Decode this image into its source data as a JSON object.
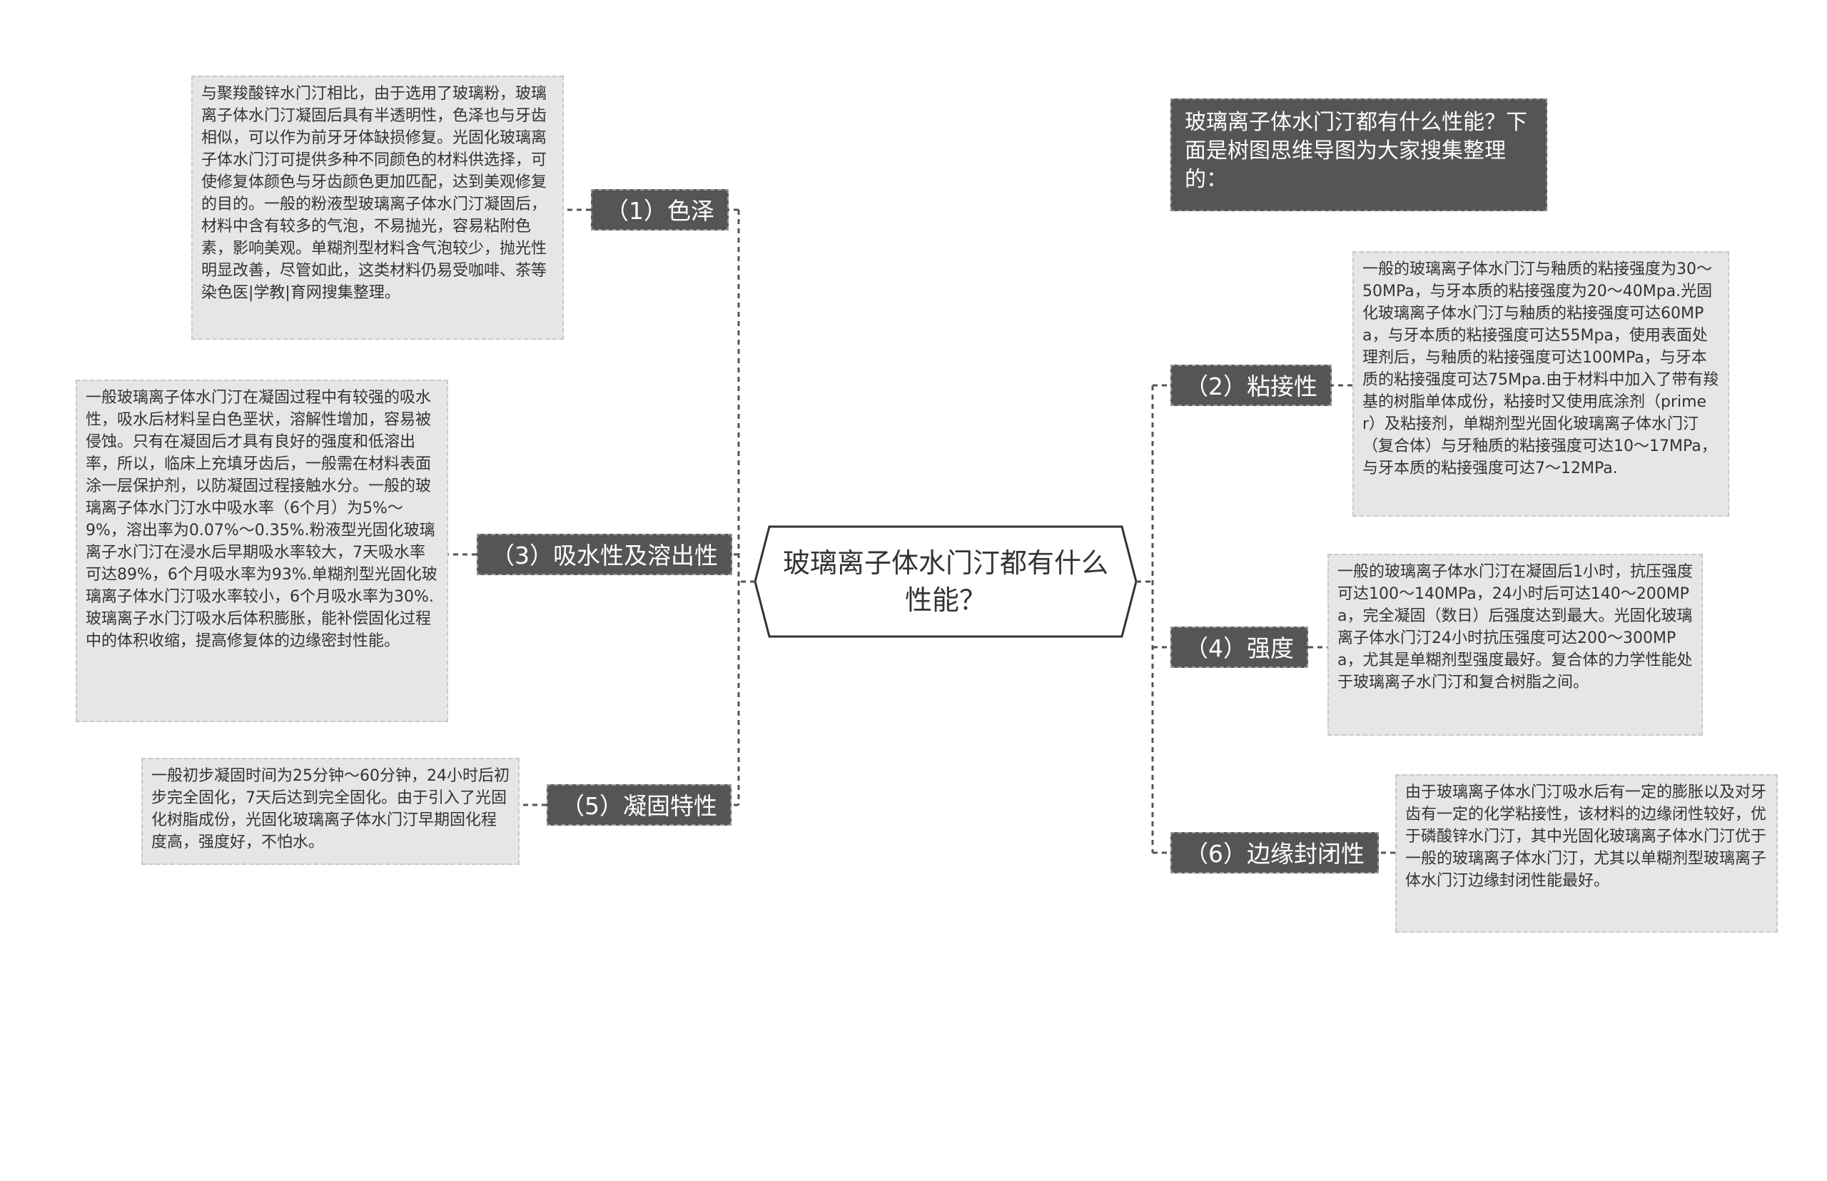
{
  "center": {
    "title": "玻璃离子体水门汀都有什么性能？"
  },
  "intro": {
    "text": "玻璃离子体水门汀都有什么性能？下面是树图思维导图为大家搜集整理的："
  },
  "left_branches": [
    {
      "label": "（1）色泽",
      "detail": "与聚羧酸锌水门汀相比，由于选用了玻璃粉，玻璃离子体水门汀凝固后具有半透明性，色泽也与牙齿相似，可以作为前牙牙体缺损修复。光固化玻璃离子体水门汀可提供多种不同颜色的材料供选择，可使修复体颜色与牙齿颜色更加匹配，达到美观修复的目的。一般的粉液型玻璃离子体水门汀凝固后，材料中含有较多的气泡，不易抛光，容易粘附色素，影响美观。单糊剂型材料含气泡较少，抛光性明显改善，尽管如此，这类材料仍易受咖啡、茶等染色医|学教|育网搜集整理。"
    },
    {
      "label": "（3）吸水性及溶出性",
      "detail": "一般玻璃离子体水门汀在凝固过程中有较强的吸水性，吸水后材料呈白色垩状，溶解性增加，容易被侵蚀。只有在凝固后才具有良好的强度和低溶出率，所以，临床上充填牙齿后，一般需在材料表面涂一层保护剂，以防凝固过程接触水分。一般的玻璃离子体水门汀水中吸水率（6个月）为5%～9%，溶出率为0.07%～0.35%.粉液型光固化玻璃离子水门汀在浸水后早期吸水率较大，7天吸水率可达89%，6个月吸水率为93%.单糊剂型光固化玻璃离子体水门汀吸水率较小，6个月吸水率为30%.玻璃离子水门汀吸水后体积膨胀，能补偿固化过程中的体积收缩，提高修复体的边缘密封性能。"
    },
    {
      "label": "（5）凝固特性",
      "detail": "一般初步凝固时间为25分钟～60分钟，24小时后初步完全固化，7天后达到完全固化。由于引入了光固化树脂成份，光固化玻璃离子体水门汀早期固化程度高，强度好，不怕水。"
    }
  ],
  "right_branches": [
    {
      "label": "（2）粘接性",
      "detail": "一般的玻璃离子体水门汀与釉质的粘接强度为30～50MPa，与牙本质的粘接强度为20～40Mpa.光固化玻璃离子体水门汀与釉质的粘接强度可达60MPa，与牙本质的粘接强度可达55Mpa，使用表面处理剂后，与釉质的粘接强度可达100MPa，与牙本质的粘接强度可达75Mpa.由于材料中加入了带有羧基的树脂单体成份，粘接时又使用底涂剂（primer）及粘接剂，单糊剂型光固化玻璃离子体水门汀（复合体）与牙釉质的粘接强度可达10～17MPa，与牙本质的粘接强度可达7～12MPa."
    },
    {
      "label": "（4）强度",
      "detail": "一般的玻璃离子体水门汀在凝固后1小时，抗压强度可达100～140MPa，24小时后可达140～200MPa，完全凝固（数日）后强度达到最大。光固化玻璃离子体水门汀24小时抗压强度可达200～300MPa，尤其是单糊剂型强度最好。复合体的力学性能处于玻璃离子水门汀和复合树脂之间。"
    },
    {
      "label": "（6）边缘封闭性",
      "detail": "由于玻璃离子体水门汀吸水后有一定的膨胀以及对牙齿有一定的化学粘接性，该材料的边缘闭性较好，优于磷酸锌水门汀，其中光固化玻璃离子体水门汀优于一般的玻璃离子体水门汀，尤其以单糊剂型玻璃离子体水门汀边缘封闭性能最好。"
    }
  ],
  "colors": {
    "branch_bg": "#555555",
    "leaf_bg": "#e6e6e6",
    "line": "#555555"
  }
}
